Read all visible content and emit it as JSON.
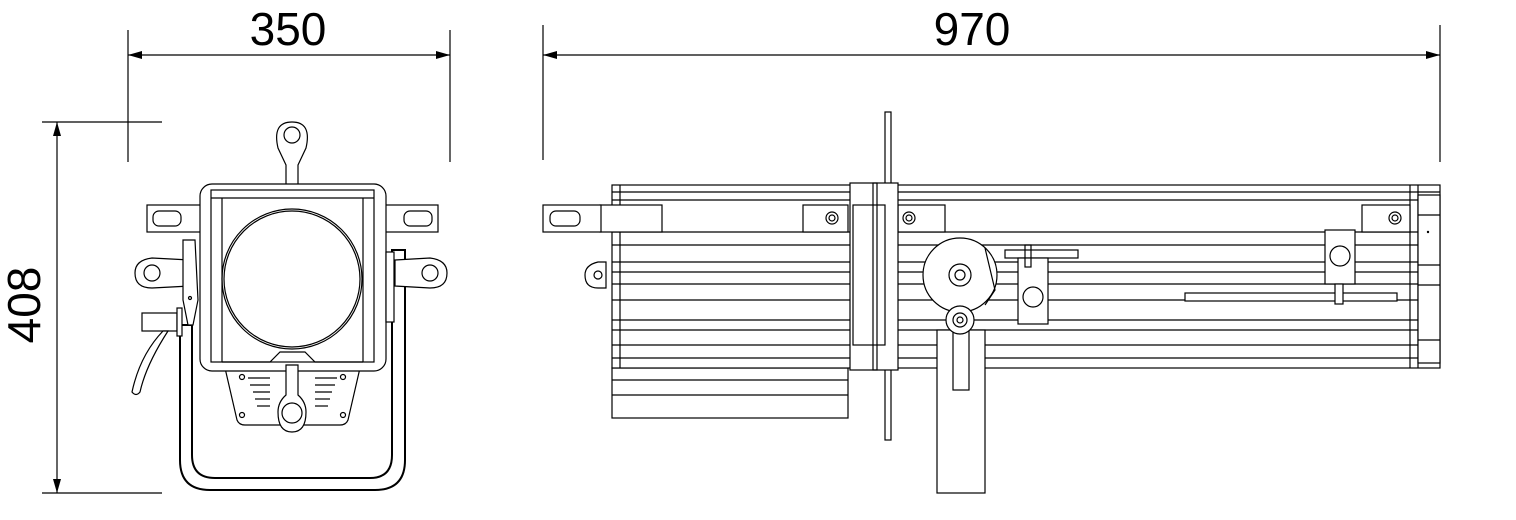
{
  "dimensions": {
    "width": "350",
    "length": "970",
    "height": "408"
  },
  "views": [
    "front-view",
    "side-view"
  ]
}
